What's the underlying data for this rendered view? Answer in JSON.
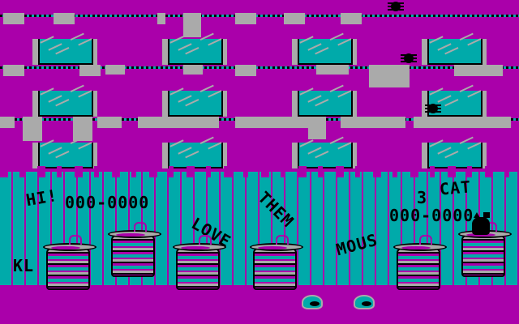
{
  "game": {
    "hi_label": "HI!",
    "hi_score": "000-0000",
    "lives": "3",
    "player_label": "CAT",
    "score": "000-0000"
  },
  "graffiti": {
    "initials": "KL",
    "word1": "LOVE",
    "word2": "THEM",
    "word3": "MOUS"
  },
  "colors": {
    "sky": "#aa00aa",
    "fence": "#00aaaa",
    "laundry": "#aaaaaa",
    "outline": "#000000"
  }
}
